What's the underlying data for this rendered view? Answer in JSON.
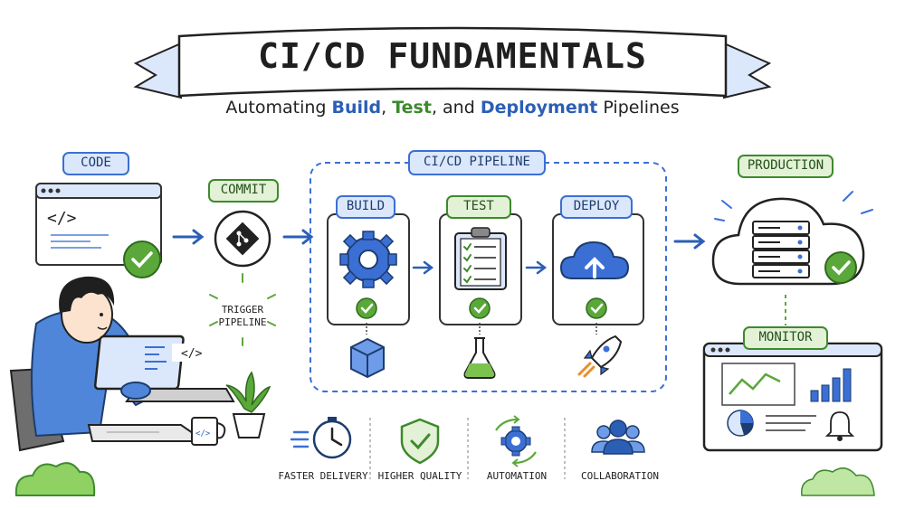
{
  "banner": {
    "title": "CI/CD FUNDAMENTALS",
    "subtitle_parts": [
      "Automating ",
      "Build",
      ", ",
      "Test",
      ", and ",
      "Deployment",
      " Pipelines"
    ]
  },
  "stages": {
    "code": "CODE",
    "commit": "COMMIT",
    "trigger_line1": "TRIGGER",
    "trigger_line2": "PIPELINE",
    "pipeline": "CI/CD PIPELINE",
    "build": "BUILD",
    "test": "TEST",
    "deploy": "DEPLOY",
    "production": "PRODUCTION",
    "monitor": "MONITOR"
  },
  "benefits": [
    {
      "label": "FASTER DELIVERY",
      "icon": "stopwatch-icon"
    },
    {
      "label": "HIGHER QUALITY",
      "icon": "shield-check-icon"
    },
    {
      "label": "AUTOMATION",
      "icon": "gear-cycle-icon"
    },
    {
      "label": "COLLABORATION",
      "icon": "team-icon"
    }
  ],
  "colors": {
    "blue": "#3b6fd4",
    "blue_light": "#dbe7fb",
    "green": "#5aa83a",
    "green_light": "#e3f1d6",
    "ink": "#222222"
  }
}
